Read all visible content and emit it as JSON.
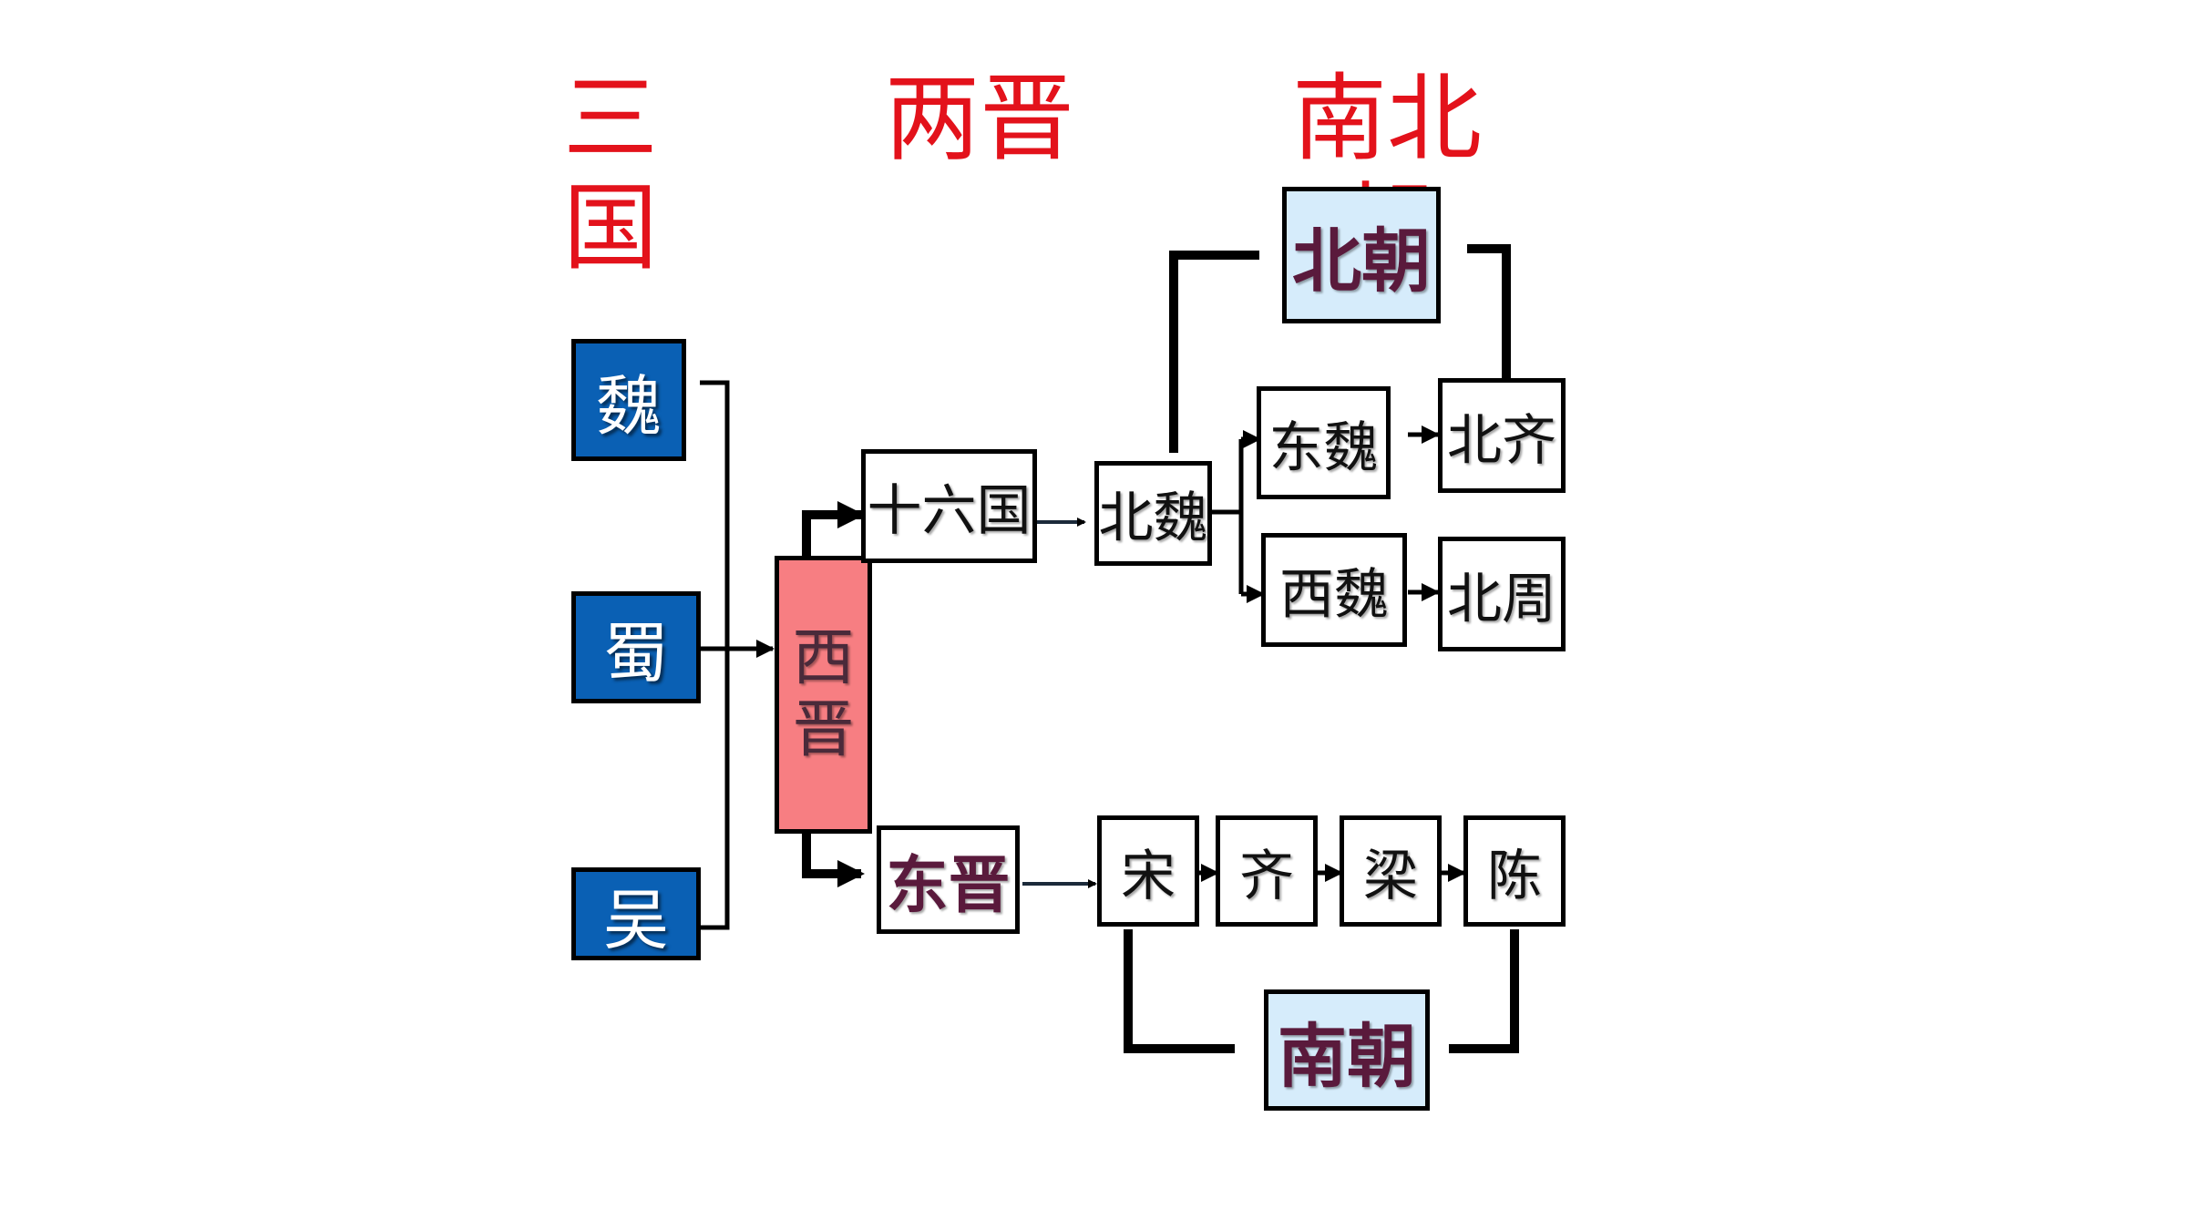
{
  "headers": {
    "three_kingdoms": "三国",
    "two_jin": "两晋",
    "north_south": "南北朝"
  },
  "nodes": {
    "wei": "魏",
    "shu": "蜀",
    "wu": "吴",
    "western_jin_1": "西",
    "western_jin_2": "晋",
    "sixteen_kingdoms": "十六国",
    "eastern_jin": "东晋",
    "northern_wei": "北魏",
    "eastern_wei": "东魏",
    "western_wei": "西魏",
    "northern_qi": "北齐",
    "northern_zhou": "北周",
    "northern_dynasties": "北朝",
    "song": "宋",
    "qi": "齐",
    "liang": "梁",
    "chen": "陈",
    "southern_dynasties": "南朝"
  },
  "colors": {
    "header": "#e3121b",
    "three_kingdoms_fill": "#0a60b4",
    "western_jin_fill": "#f77e82",
    "dynasty_group_fill": "#d6ecfb",
    "group_label_text": "#5a1a3c"
  }
}
